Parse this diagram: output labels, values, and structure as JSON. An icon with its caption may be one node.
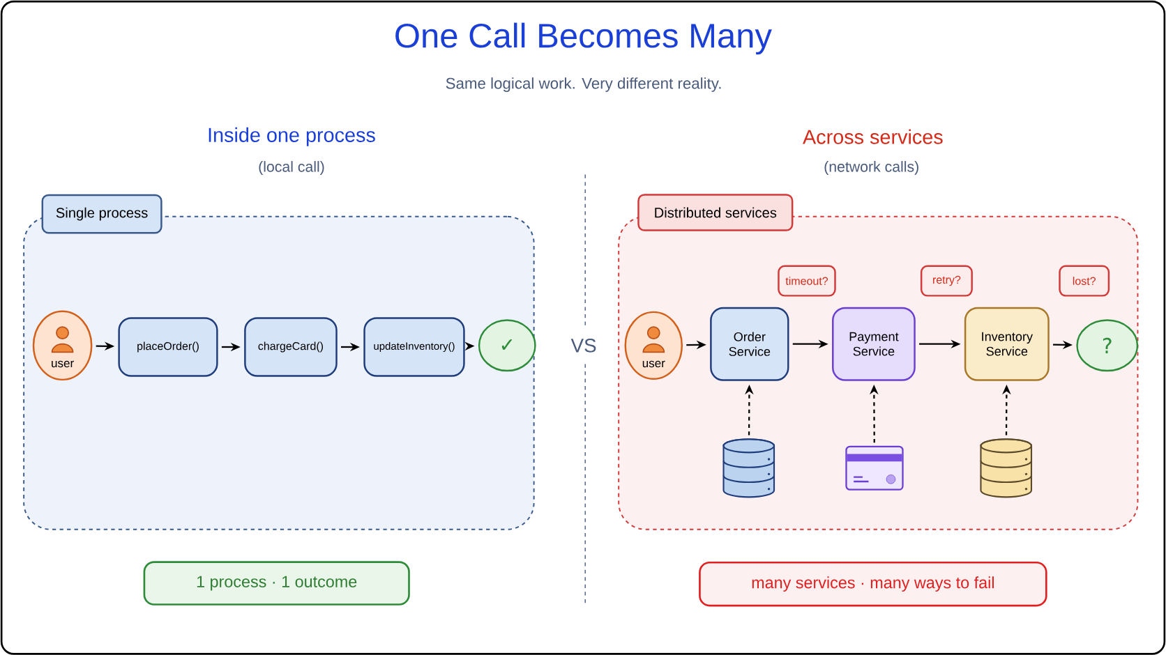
{
  "diagram": {
    "title": "One Call Becomes Many",
    "nodes": [
      {
        "text": [
          "Single process"
        ]
      },
      {
        "text": [
          "user"
        ],
        "in": 0
      },
      {
        "text": [
          "placeOrder()"
        ],
        "in": 0
      },
      {
        "text": [
          "chargeCard()"
        ],
        "in": 0
      },
      {
        "text": [
          "updateInventory()"
        ],
        "in": 0
      },
      {
        "text": [
          "✓"
        ],
        "in": 0
      },
      {
        "text": [
          "Distributed services"
        ]
      },
      {
        "text": [
          "timeout?"
        ],
        "in": 6
      },
      {
        "text": [
          "retry?"
        ],
        "in": 6
      },
      {
        "text": [
          "lost?"
        ],
        "in": 6
      },
      {
        "text": [
          "user"
        ],
        "in": 6
      },
      {
        "text": [
          "Order Service"
        ],
        "in": 6
      },
      {
        "text": [
          "Payment Service"
        ],
        "in": 6
      },
      {
        "text": [
          "Inventory Service"
        ],
        "in": 6
      },
      {
        "text": [
          "?"
        ],
        "in": 6
      },
      {
        "text": [],
        "shape": "cylinder",
        "in": 6
      },
      {
        "text": [],
        "shape": "card",
        "in": 6
      },
      {
        "text": [],
        "shape": "cylinder",
        "in": 6
      },
      {
        "text": [
          "1 process · 1 outcome"
        ]
      },
      {
        "text": [
          "many services · many ways to fail"
        ]
      }
    ],
    "edges": [
      {
        "from": 1,
        "to": 2,
        "arrow": "to"
      },
      {
        "from": 2,
        "to": 3,
        "arrow": "to"
      },
      {
        "from": 3,
        "to": 4,
        "arrow": "to"
      },
      {
        "from": 4,
        "to": 5,
        "arrow": "to"
      },
      {
        "from": 10,
        "to": 11,
        "arrow": "to"
      },
      {
        "from": 11,
        "to": 12,
        "arrow": "to"
      },
      {
        "from": 12,
        "to": 13,
        "arrow": "to"
      },
      {
        "from": 13,
        "to": 14,
        "arrow": "to"
      },
      {
        "from": 15,
        "to": 11,
        "arrow": "to",
        "style": "dashed"
      },
      {
        "from": 16,
        "to": 12,
        "arrow": "to",
        "style": "dashed"
      },
      {
        "from": 17,
        "to": 13,
        "arrow": "to",
        "style": "dashed"
      }
    ],
    "labels": [
      "Same logical work. Very different reality.",
      "Inside one process",
      "(local call)",
      "VS",
      "Across services",
      "(network calls)"
    ]
  }
}
